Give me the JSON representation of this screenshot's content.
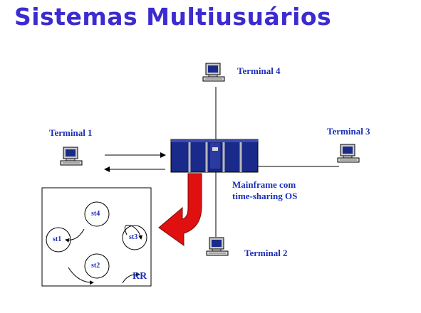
{
  "title": "Sistemas Multiusuários",
  "terminals": {
    "t1": "Terminal 1",
    "t2": "Terminal 2",
    "t3": "Terminal 3",
    "t4": "Terminal 4"
  },
  "mainframe": {
    "line1": "Mainframe com",
    "line2": "time-sharing OS"
  },
  "scheduler": {
    "st1": "st1",
    "st2": "st2",
    "st3": "st3",
    "st4": "st4",
    "policy": "RR"
  },
  "colors": {
    "title": "#3b2bd0",
    "label": "#1c2fb8",
    "arrow": "#e01010",
    "mainframe": "#1a2a8a"
  }
}
